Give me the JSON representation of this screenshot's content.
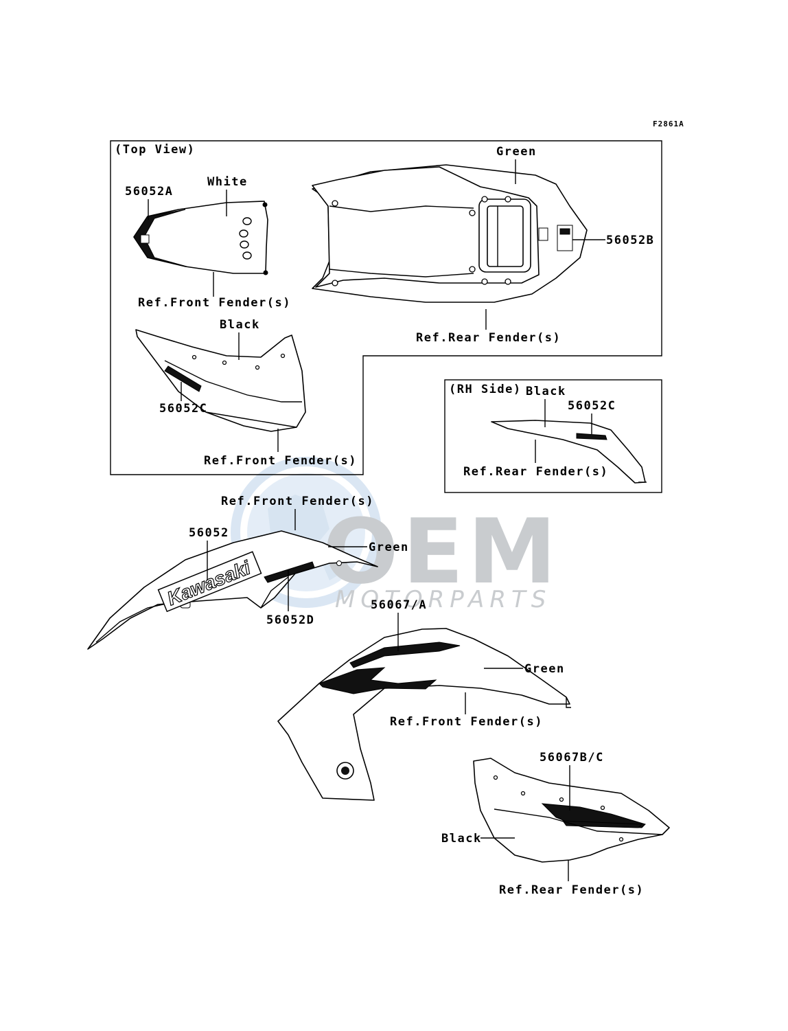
{
  "figure_code": "F2861A",
  "watermark": {
    "logo_text": "OEM",
    "sub_text": "MOTORPARTS"
  },
  "sections": {
    "top_view": "(Top View)",
    "rh_side": "(RH Side)"
  },
  "labels": {
    "p56052A": "56052A",
    "white": "White",
    "ref_front_fender_1": "Ref.Front Fender(s)",
    "green_top": "Green",
    "p56052B": "56052B",
    "ref_rear_fender_1": "Ref.Rear Fender(s)",
    "black_cowl": "Black",
    "p56052C_1": "56052C",
    "ref_front_fender_2": "Ref.Front Fender(s)",
    "black_rh": "Black",
    "p56052C_2": "56052C",
    "ref_rear_fender_2": "Ref.Rear Fender(s)",
    "ref_front_fender_3": "Ref.Front Fender(s)",
    "p56052": "56052",
    "green_side": "Green",
    "p56052D": "56052D",
    "p56067A": "56067/A",
    "green_shroud": "Green",
    "ref_front_fender_4": "Ref.Front Fender(s)",
    "p56067BC": "56067B/C",
    "black_tail": "Black",
    "ref_rear_fender_3": "Ref.Rear Fender(s)"
  },
  "decals": {
    "brand_text": "Kawasaki"
  }
}
